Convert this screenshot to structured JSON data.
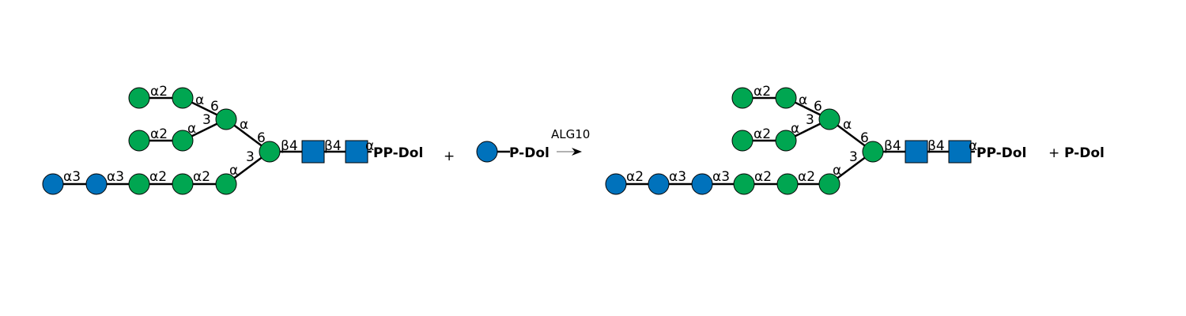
{
  "colors": {
    "mannose": "#00a651",
    "glucose": "#0072bc",
    "glcnac": "#0072bc",
    "line": "#000000",
    "arrow": "#999999"
  },
  "substrate": {
    "linkages": [
      "α2",
      "α",
      "6",
      "α2",
      "α",
      "3",
      "α",
      "6",
      "α",
      "3",
      "β4",
      "β4",
      "α",
      "α3",
      "α3",
      "α2",
      "α2"
    ],
    "aglycone": "PP-Dol"
  },
  "plus1": "+",
  "donor": {
    "aglycone": "P-Dol"
  },
  "enzyme": "ALG10",
  "product": {
    "linkages": [
      "α2",
      "α",
      "6",
      "α2",
      "α",
      "3",
      "α",
      "6",
      "α",
      "3",
      "β4",
      "β4",
      "α",
      "α2",
      "α3",
      "α3",
      "α2",
      "α2"
    ],
    "aglycone": "PP-Dol"
  },
  "plus2": "+",
  "byproduct": "P-Dol"
}
